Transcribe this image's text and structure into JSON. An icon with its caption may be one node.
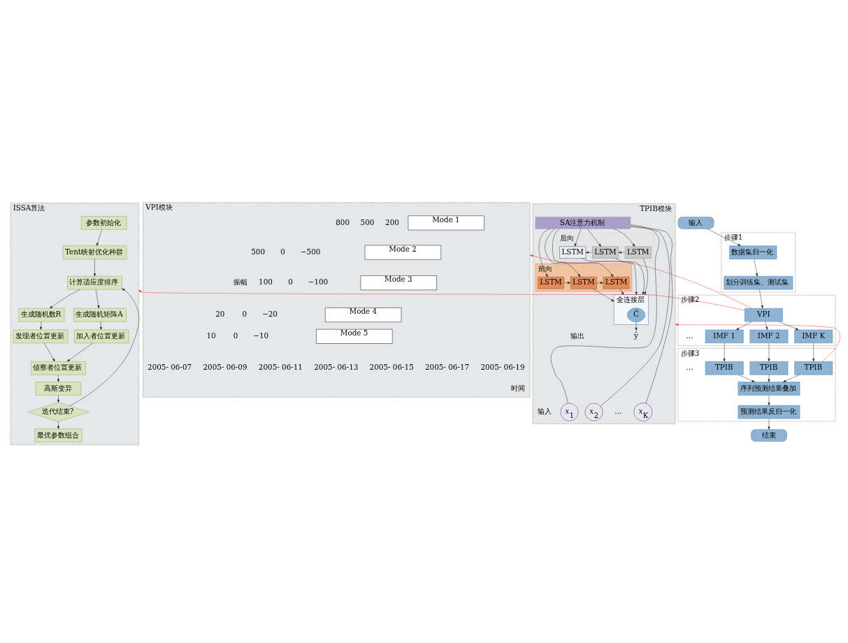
{
  "diagram": {
    "nodes": [
      {
        "text": [
          "ISSA算法"
        ]
      },
      {
        "text": [
          "参数初始化"
        ],
        "in": 0
      },
      {
        "text": [
          "Tent映射优化种群"
        ],
        "in": 0
      },
      {
        "text": [
          "计算适应度排序"
        ],
        "in": 0
      },
      {
        "text": [
          "生成随机数R"
        ],
        "in": 0
      },
      {
        "text": [
          "生成随机矩阵A"
        ],
        "in": 0
      },
      {
        "text": [
          "发现者位置更新"
        ],
        "in": 0
      },
      {
        "text": [
          "加入者位置更新"
        ],
        "in": 0
      },
      {
        "text": [
          "侦察者位置更新"
        ],
        "in": 0
      },
      {
        "text": [
          "高斯变异"
        ],
        "in": 0
      },
      {
        "text": [
          "迭代结束?"
        ],
        "in": 0
      },
      {
        "text": [
          "最优参数组合"
        ],
        "in": 0
      },
      {
        "text": [
          "输入"
        ]
      },
      {
        "text": [
          "步骤1"
        ]
      },
      {
        "text": [
          "数据集归一化"
        ],
        "in": 13
      },
      {
        "text": [
          "划分训练集、测试集"
        ],
        "in": 13
      },
      {
        "text": [
          "步骤2"
        ]
      },
      {
        "text": [
          "VPI"
        ],
        "in": 16
      },
      {
        "text": [
          "IMF 1"
        ],
        "in": 16
      },
      {
        "text": [
          "IMF 2"
        ],
        "in": 16
      },
      {
        "text": [
          "IMF K"
        ],
        "in": 16
      },
      {
        "text": [
          "步骤3"
        ]
      },
      {
        "text": [
          "TPIB"
        ],
        "in": 21
      },
      {
        "text": [
          "TPIB"
        ],
        "in": 21
      },
      {
        "text": [
          "TPIB"
        ],
        "in": 21
      },
      {
        "text": [
          "序列预测结果叠加"
        ],
        "in": 21
      },
      {
        "text": [
          "预测结果反归一化"
        ],
        "in": 21
      },
      {
        "text": [
          "结束"
        ]
      },
      {
        "text": [
          "VPI模块"
        ]
      },
      {
        "text": [
          "Mode 1"
        ],
        "in": 28
      },
      {
        "text": [
          "Mode 2"
        ],
        "in": 28
      },
      {
        "text": [
          "Mode 3"
        ],
        "in": 28
      },
      {
        "text": [
          "Mode 4"
        ],
        "in": 28
      },
      {
        "text": [
          "Mode 5"
        ],
        "in": 28
      },
      {
        "text": [
          "TPIB模块"
        ]
      },
      {
        "text": [
          "全连接层"
        ],
        "in": 34
      },
      {
        "text": [
          "C̃"
        ],
        "in": 35
      },
      {
        "text": [
          "前向"
        ],
        "in": 34
      },
      {
        "text": [
          "LSTM"
        ],
        "in": 37
      },
      {
        "text": [
          "LSTM"
        ],
        "in": 37
      },
      {
        "text": [
          "LSTM"
        ],
        "in": 37
      },
      {
        "text": [
          "后向"
        ],
        "in": 34
      },
      {
        "text": [
          "LSTM"
        ],
        "in": 41
      },
      {
        "text": [
          "LSTM"
        ],
        "in": 41
      },
      {
        "text": [
          "LSTM"
        ],
        "in": 41
      },
      {
        "text": [
          "SA注意力机制"
        ],
        "in": 34
      },
      {
        "text": [
          "*x*$_{1}$"
        ],
        "in": 34
      },
      {
        "text": [
          "*x*$_{2}$"
        ],
        "in": 34
      },
      {
        "text": [
          "*x*$_{K}$"
        ],
        "in": 34
      },
      {
        "text": [
          "ŷ"
        ],
        "in": 34
      }
    ],
    "edges": [
      {
        "from": 1,
        "to": 2,
        "arrow": "to"
      },
      {
        "from": 2,
        "to": 3,
        "arrow": "to"
      },
      {
        "from": 3,
        "to": 4,
        "arrow": "to"
      },
      {
        "from": 3,
        "to": 5,
        "arrow": "to"
      },
      {
        "from": 4,
        "to": 6,
        "arrow": "to"
      },
      {
        "from": 5,
        "to": 7,
        "arrow": "to"
      },
      {
        "from": 6,
        "to": 8,
        "arrow": "to"
      },
      {
        "from": 7,
        "to": 8,
        "arrow": "to"
      },
      {
        "from": 8,
        "to": 9,
        "arrow": "to"
      },
      {
        "from": 9,
        "to": 10,
        "arrow": "to"
      },
      {
        "from": 10,
        "to": 11,
        "arrow": "to"
      },
      {
        "from": 10,
        "to": 3,
        "arrow": "to"
      },
      {
        "from": 12,
        "to": 14,
        "arrow": "to"
      },
      {
        "from": 14,
        "to": 15,
        "arrow": "to"
      },
      {
        "from": 15,
        "to": 17,
        "arrow": "to"
      },
      {
        "from": 17,
        "to": 18,
        "arrow": "to"
      },
      {
        "from": 17,
        "to": 19,
        "arrow": "to"
      },
      {
        "from": 17,
        "to": 20,
        "arrow": "to"
      },
      {
        "from": 18,
        "to": 22,
        "arrow": "to"
      },
      {
        "from": 19,
        "to": 23,
        "arrow": "to"
      },
      {
        "from": 20,
        "to": 24,
        "arrow": "to"
      },
      {
        "from": 22,
        "to": 25,
        "arrow": "to"
      },
      {
        "from": 23,
        "to": 25,
        "arrow": "to"
      },
      {
        "from": 24,
        "to": 25,
        "arrow": "to"
      },
      {
        "from": 25,
        "to": 26,
        "arrow": "to"
      },
      {
        "from": 26,
        "to": 27,
        "arrow": "to"
      },
      {
        "from": 17,
        "to": 0,
        "arrow": "to",
        "color": "#e8322c"
      },
      {
        "from": 17,
        "to": 28,
        "arrow": "to",
        "color": "#e8322c"
      },
      {
        "from": 24,
        "to": 34,
        "arrow": "to",
        "color": "#e8322c"
      },
      {
        "from": 46,
        "to": 45,
        "arrow": "none"
      },
      {
        "from": 47,
        "to": 45,
        "arrow": "none"
      },
      {
        "from": 48,
        "to": 45,
        "arrow": "none"
      },
      {
        "from": 45,
        "to": 38,
        "arrow": "to"
      },
      {
        "from": 45,
        "to": 42,
        "arrow": "to"
      },
      {
        "from": 45,
        "to": 39,
        "arrow": "to"
      },
      {
        "from": 45,
        "to": 43,
        "arrow": "to"
      },
      {
        "from": 45,
        "to": 40,
        "arrow": "to"
      },
      {
        "from": 45,
        "to": 44,
        "arrow": "to"
      },
      {
        "from": 38,
        "to": 39,
        "arrow": "to"
      },
      {
        "from": 39,
        "to": 40,
        "arrow": "to"
      },
      {
        "from": 44,
        "to": 43,
        "arrow": "to"
      },
      {
        "from": 43,
        "to": 42,
        "arrow": "to"
      },
      {
        "from": 42,
        "to": 35,
        "arrow": "to"
      },
      {
        "from": 39,
        "to": 35,
        "arrow": "to"
      },
      {
        "from": 43,
        "to": 35,
        "arrow": "to"
      },
      {
        "from": 40,
        "to": 35,
        "arrow": "to"
      },
      {
        "from": 44,
        "to": 35,
        "arrow": "to"
      },
      {
        "from": 36,
        "to": 49,
        "arrow": "to"
      }
    ],
    "labels": [
      "…",
      "…",
      "800",
      "500",
      "200",
      "500",
      "0",
      "−500",
      "100",
      "0",
      "−100",
      "20",
      "0",
      "−20",
      "10",
      "0",
      "−10",
      "振幅",
      "2005- 06-07",
      "2005- 06-09",
      "2005- 06-11",
      "2005- 06-13",
      "2005- 06-15",
      "2005- 06-17",
      "2005- 06-19",
      "时间",
      "输出",
      "输入",
      "…"
    ]
  }
}
